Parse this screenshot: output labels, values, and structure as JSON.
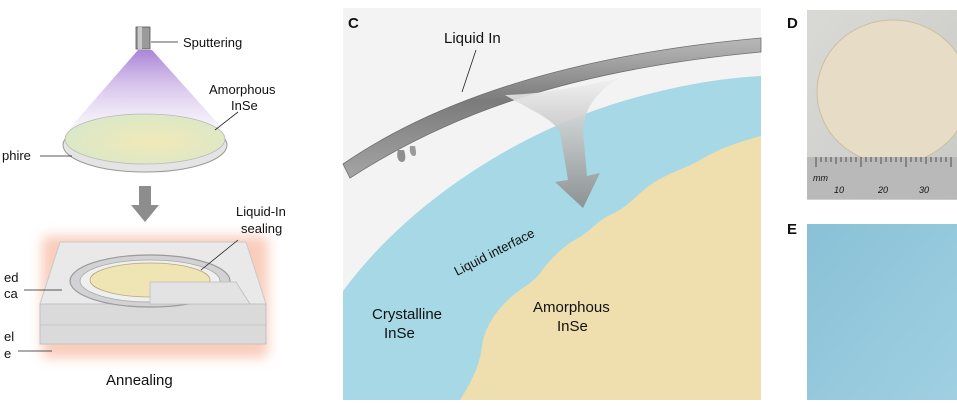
{
  "panel_b": {
    "sputtering": "Sputtering",
    "amorphous_line1": "Amorphous",
    "amorphous_line2": "InSe",
    "sapphire_partial": "phire",
    "liquid_in_sealing_line1": "Liquid-In",
    "liquid_in_sealing_line2": "sealing",
    "left_label1_line1": "ed",
    "left_label1_line2": "ca",
    "left_label2_line1": "el",
    "left_label2_line2": "e",
    "annealing": "Annealing"
  },
  "panel_c": {
    "letter": "C",
    "liquid_in": "Liquid In",
    "liquid_interface": "Liquid interface",
    "crystalline_line1": "Crystalline",
    "crystalline_line2": "InSe",
    "amorphous_line1": "Amorphous",
    "amorphous_line2": "InSe"
  },
  "panel_d": {
    "letter": "D",
    "ruler_unit": "mm",
    "ruler_ticks": [
      "10",
      "20",
      "30"
    ]
  },
  "panel_e": {
    "letter": "E"
  },
  "colors": {
    "crystalline_blue": "#a6d8e6",
    "amorphous_sand": "#efdeae",
    "liquid_in_gray": "#8f8f8f",
    "plume_purple": "#b79ad3",
    "furnace_glow": "#f3a07d"
  }
}
